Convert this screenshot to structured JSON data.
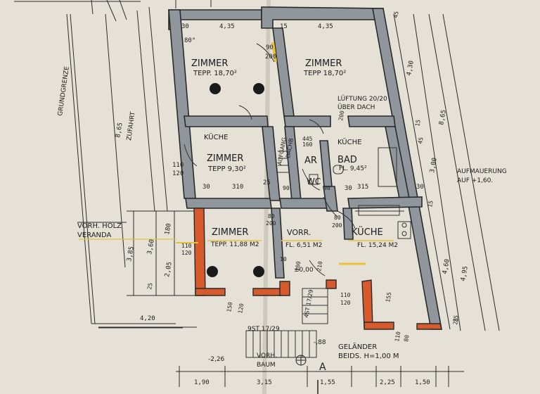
{
  "colors": {
    "paper": "#e6e1d6",
    "existing_wall": "#8f969c",
    "new_wall": "#d65a2b",
    "line": "#2b2b2b",
    "highlight": "#e8c23a"
  },
  "rooms": [
    {
      "name": "ZIMMER",
      "sub": "TEPP. 18,70²"
    },
    {
      "name": "ZIMMER",
      "sub": "TEPP 18,70²"
    },
    {
      "name": "ZIMMER",
      "sub": "TEPP 9,30²"
    },
    {
      "name": "BAD",
      "sub": "FL. 9,45²"
    },
    {
      "name": "ZIMMER",
      "sub": "TEPP. 11,88 M2"
    },
    {
      "name": "VORR.",
      "sub": "FL. 6,51 M2"
    },
    {
      "name": "KÜCHE",
      "sub": "FL. 15,24 M2"
    }
  ],
  "small_labels": {
    "kueche_1": "KÜCHE",
    "kueche_2": "KÜCHE",
    "ar": "AR",
    "wc": "WC",
    "aufgang": "AUFGANG",
    "dach": "DACHB",
    "lueftung": "LÜFTUNG 20/20",
    "ueber_dach": "ÜBER DACH",
    "grundgrenze": "GRUNDGRENZE",
    "zufahrt": "ZUFAHRT",
    "veranda_1": "VORH. HOLZ",
    "veranda_2": "VERANDA",
    "aufmauerung_1": "AUFMAUERUNG",
    "aufmauerung_2": "AUF +1,60.",
    "stairs": "9ST  17/29",
    "steps_small": "4ST 17/29",
    "level": "±0,00",
    "level2": "-,88",
    "level3": "-2,26",
    "baum_1": "VORH.",
    "baum_2": "BAUM",
    "gelaender_1": "GELÄNDER",
    "gelaender_2": "BEIDS. H=1,00 M",
    "section": "A"
  },
  "dimensions": {
    "top_left": "4,35",
    "top_right": "4,35",
    "d30a": "30",
    "d15": "15",
    "d45": "45",
    "d80": "80°",
    "d90": "90",
    "d200": "200",
    "right_430": "4,30",
    "right_865": "8,65",
    "right_300": "3,00",
    "right_460": "4,60",
    "right_495": "4,95",
    "r15a": "15",
    "r45a": "45",
    "r15b": "15",
    "r25": "25",
    "left_865": "8,65",
    "left_110": "110",
    "left_120": "120",
    "d30b": "30",
    "d310": "310",
    "d25": "25",
    "d90b": "90",
    "d90c": "90",
    "d30c": "30",
    "d315": "315",
    "d30d": "30",
    "d445": "445",
    "d160": "160",
    "d200b": "200",
    "v385": "3,85",
    "v360": "3,60",
    "v205": "2,05",
    "v25": "25",
    "v180": "180",
    "v110": "110",
    "v120": "120",
    "d80b": "80",
    "d200c": "200",
    "d80c": "80",
    "d200d": "200",
    "d100": "100",
    "d210": "210",
    "d10": "10",
    "d150": "150",
    "d120b": "120",
    "d110b": "110",
    "d120c": "120",
    "d155": "155",
    "d110c": "110",
    "d80d": "80",
    "d25b": "25",
    "bottom_420": "4,20",
    "b190": "1,90",
    "b315": "3,15",
    "b155": "1,55",
    "b225": "2,25",
    "b150": "1,50"
  }
}
